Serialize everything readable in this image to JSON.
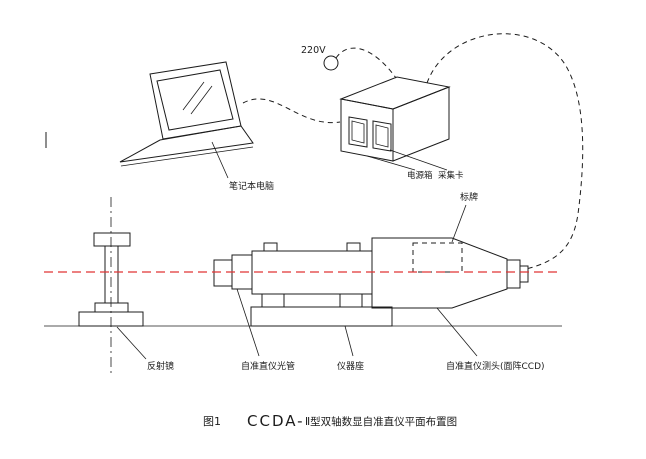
{
  "diagram": {
    "voltage_label": "220V",
    "labels": {
      "laptop": "笔记本电脑",
      "power_box": "电源箱",
      "capture_card": "采集卡",
      "nameplate": "标牌",
      "reflector": "反射镜",
      "collimator_tube": "自准直仪光管",
      "instrument_base": "仪器座",
      "sensor_head": "自准直仪测头(面阵CCD)"
    },
    "caption": {
      "figure_no": "图1",
      "model_prefix": "CCDA-",
      "title_rest": "Ⅱ型双轴数显自准直仪平面布置图"
    },
    "colors": {
      "line": "#1c1c1c",
      "axis_red": "#e03434"
    }
  }
}
